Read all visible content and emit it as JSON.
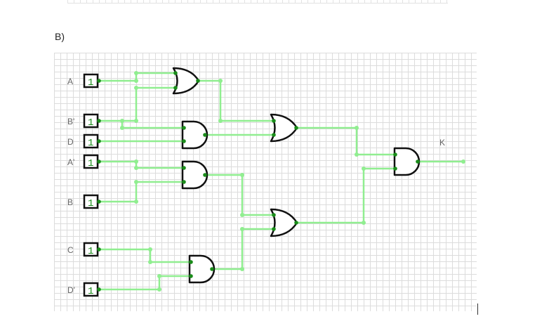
{
  "section_label": "B)",
  "wire_color": "#90ee90",
  "gate_stroke": "#111111",
  "pin_color": "#1a8c1a",
  "inputs": [
    {
      "name": "A",
      "value": "1"
    },
    {
      "name": "B'",
      "value": "1"
    },
    {
      "name": "D",
      "value": "1"
    },
    {
      "name": "A'",
      "value": "1"
    },
    {
      "name": "B",
      "value": "1"
    },
    {
      "name": "C",
      "value": "1"
    },
    {
      "name": "D'",
      "value": "1"
    }
  ],
  "output": {
    "name": "K"
  },
  "gates": [
    {
      "id": "or1",
      "type": "OR"
    },
    {
      "id": "and1",
      "type": "AND"
    },
    {
      "id": "and2",
      "type": "AND"
    },
    {
      "id": "and3",
      "type": "AND"
    },
    {
      "id": "or2",
      "type": "OR"
    },
    {
      "id": "or3",
      "type": "OR"
    },
    {
      "id": "and_out",
      "type": "AND"
    }
  ]
}
